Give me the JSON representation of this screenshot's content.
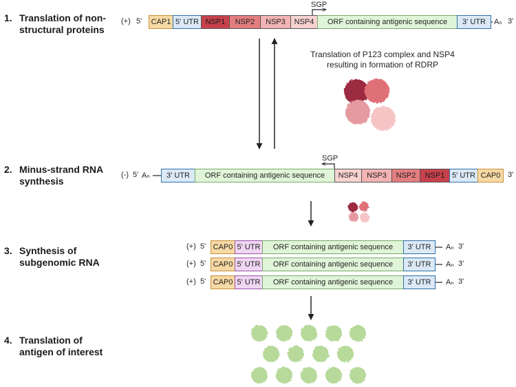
{
  "steps": [
    {
      "num": "1.",
      "line1": "Translation of non-",
      "line2": "structural proteins"
    },
    {
      "num": "2.",
      "line1": "Minus-strand RNA",
      "line2": "synthesis"
    },
    {
      "num": "3.",
      "line1": "Synthesis of",
      "line2": "subgenomic RNA"
    },
    {
      "num": "4.",
      "line1": "Translation of",
      "line2": "antigen of interest"
    }
  ],
  "strand1": {
    "sense": "(+)",
    "five": "5'",
    "three": "3'",
    "polyA": "Aₙ",
    "sgp": "SGP",
    "segments": [
      "CAP1",
      "5' UTR",
      "NSP1",
      "NSP2",
      "NSP3",
      "NSP4",
      "ORF containing antigenic sequence",
      "3' UTR"
    ]
  },
  "caption": {
    "line1": "Translation of P123 complex and NSP4",
    "line2": "resulting in formation of RDRP"
  },
  "strand2": {
    "sense": "(-)",
    "five": "5'",
    "three": "3'",
    "polyA": "Aₙ",
    "sgp": "SGP",
    "segments": [
      "3' UTR",
      "ORF containing antigenic sequence",
      "NSP4",
      "NSP3",
      "NSP2",
      "NSP1",
      "5' UTR",
      "CAP0"
    ]
  },
  "subgenomic": [
    {
      "sense": "(+)",
      "five": "5'",
      "three": "3'",
      "polyA": "Aₙ",
      "segments": [
        "CAP0",
        "5' UTR",
        "ORF containing antigenic sequence",
        "3' UTR"
      ]
    },
    {
      "sense": "(+)",
      "five": "5'",
      "three": "3'",
      "polyA": "Aₙ",
      "segments": [
        "CAP0",
        "5' UTR",
        "ORF containing antigenic sequence",
        "3' UTR"
      ]
    },
    {
      "sense": "(+)",
      "five": "5'",
      "three": "3'",
      "polyA": "Aₙ",
      "segments": [
        "CAP0",
        "5' UTR",
        "ORF containing antigenic sequence",
        "3' UTR"
      ]
    }
  ],
  "colors": {
    "nsp1": "#c7414c",
    "nsp2": "#e47d80",
    "nsp3": "#f2b3b4",
    "nsp4": "#f7d2d1",
    "orf": "#e0f5d8",
    "utr": "#dbe9f7",
    "cap": "#f7d9a4",
    "utr_subgenomic": "#f0d6f3",
    "antigen": "#b7d99a"
  },
  "icons": [
    "rdrp-complex-icon",
    "antigen-protein-icon",
    "arrow-icon"
  ]
}
